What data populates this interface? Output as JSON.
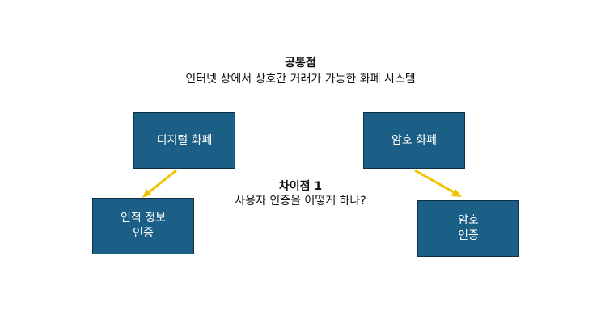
{
  "colors": {
    "box_fill": "#1b5f86",
    "arrow": "#f2c200",
    "text": "#111111"
  },
  "common": {
    "title": "공통점",
    "description": "인터넷 상에서 상호간 거래가 가능한 화폐 시스템"
  },
  "difference": {
    "title": "차이점 1",
    "question": "사용자 인증을 어떻게 하나?"
  },
  "boxes": {
    "digital_currency": "디지털 화폐",
    "crypto_currency": "암호 화폐",
    "identity_auth": [
      "인적 정보",
      "인증"
    ],
    "crypto_auth": [
      "암호",
      "인증"
    ]
  }
}
